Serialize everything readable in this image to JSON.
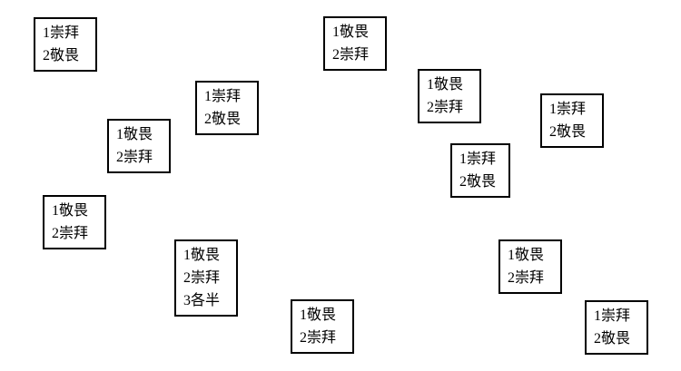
{
  "page": {
    "background": "#ffffff",
    "border_color": "#000000",
    "text_color": "#000000"
  },
  "boxes": [
    {
      "lines": [
        "1崇拜",
        "2敬畏"
      ]
    },
    {
      "lines": [
        "1敬畏",
        "2崇拜"
      ]
    },
    {
      "lines": [
        "1崇拜",
        "2敬畏"
      ]
    },
    {
      "lines": [
        "1敬畏",
        "2崇拜"
      ]
    },
    {
      "lines": [
        "1崇拜",
        "2敬畏"
      ]
    },
    {
      "lines": [
        "1敬畏",
        "2崇拜"
      ]
    },
    {
      "lines": [
        "1崇拜",
        "2敬畏"
      ]
    },
    {
      "lines": [
        "1敬畏",
        "2崇拜"
      ]
    },
    {
      "lines": [
        "1敬畏",
        "2崇拜",
        "3各半"
      ]
    },
    {
      "lines": [
        "1敬畏",
        "2崇拜"
      ]
    },
    {
      "lines": [
        "1敬畏",
        "2崇拜"
      ]
    },
    {
      "lines": [
        "1崇拜",
        "2敬畏"
      ]
    }
  ]
}
